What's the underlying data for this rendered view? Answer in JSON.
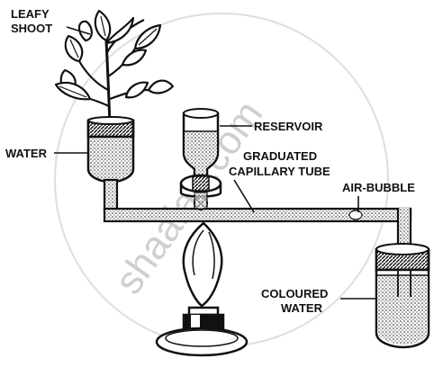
{
  "labels": {
    "leafy_shoot_line1": "LEAFY",
    "leafy_shoot_line2": "SHOOT",
    "water": "WATER",
    "reservoir": "RESERVOIR",
    "capillary_line1": "GRADUATED",
    "capillary_line2": "CAPILLARY TUBE",
    "air_bubble": "AIR-BUBBLE",
    "coloured_line1": "COLOURED",
    "coloured_line2": "WATER"
  },
  "watermark": "shaalaa.com"
}
